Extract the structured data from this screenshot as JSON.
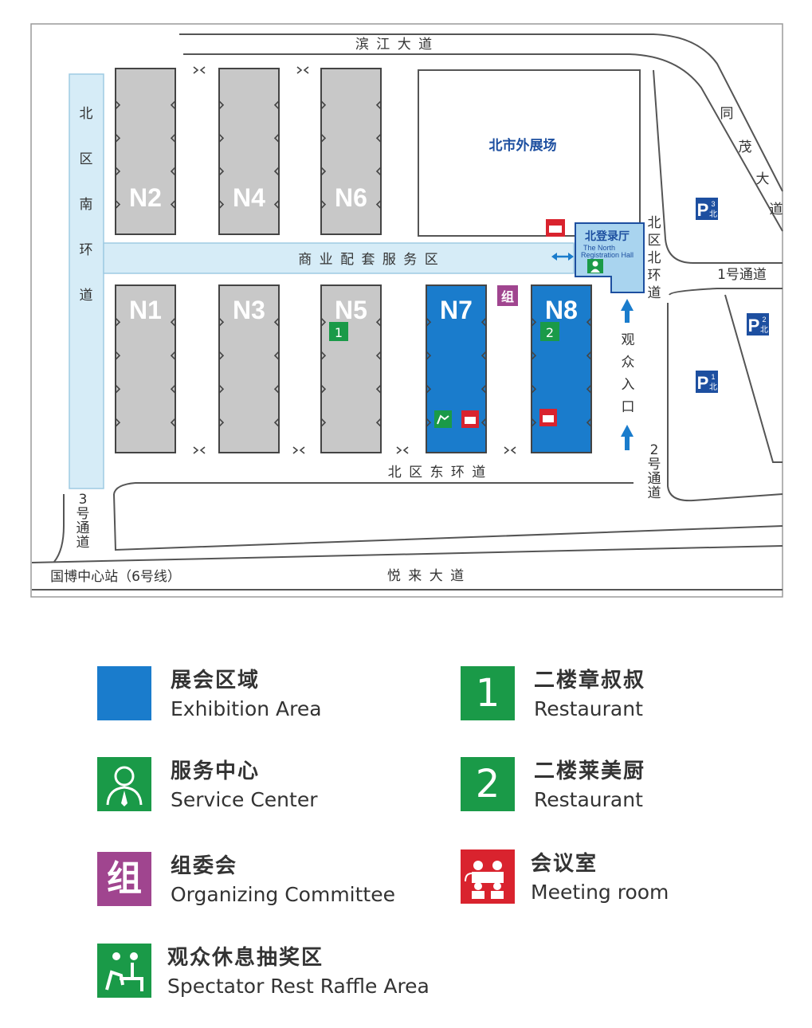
{
  "map": {
    "roads": {
      "binjiang": "滨 江 大 道",
      "yuelai": "悦 来 大 道",
      "tongmao": "同 茂 大 道",
      "south_ring": "北 区 南 环 道",
      "commercial": "商 业 配 套 服 务 区",
      "east_ring": "北 区 东 环 道",
      "north_ring": "北 区 北 环 道",
      "channel_1": "1号通道",
      "channel_2": "2 号 通 道",
      "channel_3": "3 号 通 道",
      "metro_station": "国博中心站（6号线）"
    },
    "halls": [
      {
        "id": "N2",
        "label": "N2",
        "status": "inactive"
      },
      {
        "id": "N4",
        "label": "N4",
        "status": "inactive"
      },
      {
        "id": "N6",
        "label": "N6",
        "status": "inactive"
      },
      {
        "id": "N1",
        "label": "N1",
        "status": "inactive"
      },
      {
        "id": "N3",
        "label": "N3",
        "status": "inactive"
      },
      {
        "id": "N5",
        "label": "N5",
        "status": "inactive"
      },
      {
        "id": "N7",
        "label": "N7",
        "status": "exhibition"
      },
      {
        "id": "N8",
        "label": "N8",
        "status": "exhibition"
      }
    ],
    "outdoor_area": "北市外展场",
    "registration_hall": {
      "cn": "北登录厅",
      "en_line1": "The  North",
      "en_line2": "Registration Hall"
    },
    "visitor_entrance": "观 众 入 口",
    "parking": [
      {
        "letter": "P",
        "number": "3",
        "zone": "北"
      },
      {
        "letter": "P",
        "number": "2",
        "zone": "北"
      },
      {
        "letter": "P",
        "number": "1",
        "zone": "北"
      }
    ],
    "markers": {
      "restaurant_1": "1",
      "restaurant_2": "2",
      "committee": "组"
    }
  },
  "legend": [
    {
      "icon": "exhibition-area-swatch",
      "color": "#1a7ccc",
      "cn": "展会区域",
      "en": "Exhibition Area"
    },
    {
      "icon": "restaurant-1-icon",
      "color": "#1a9a48",
      "symbol": "1",
      "cn": "二楼章叔叔",
      "en": "Restaurant"
    },
    {
      "icon": "service-center-icon",
      "color": "#1a9a48",
      "cn": "服务中心",
      "en": "Service Center"
    },
    {
      "icon": "restaurant-2-icon",
      "color": "#1a9a48",
      "symbol": "2",
      "cn": "二楼莱美厨",
      "en": "Restaurant"
    },
    {
      "icon": "committee-icon",
      "color": "#a0458f",
      "symbol": "组",
      "cn": "组委会",
      "en": "Organizing Committee"
    },
    {
      "icon": "meeting-room-icon",
      "color": "#d9232e",
      "cn": "会议室",
      "en": "Meeting room"
    },
    {
      "icon": "rest-raffle-icon",
      "color": "#1a9a48",
      "cn": "观众休息抽奖区",
      "en": "Spectator Rest Raffle Area"
    }
  ],
  "colors": {
    "exhibition": "#1a7ccc",
    "inactive_hall": "#c8c8c8",
    "service_strip": "#d6ecf7",
    "parking": "#1d4fa0",
    "road_line": "#555555"
  }
}
